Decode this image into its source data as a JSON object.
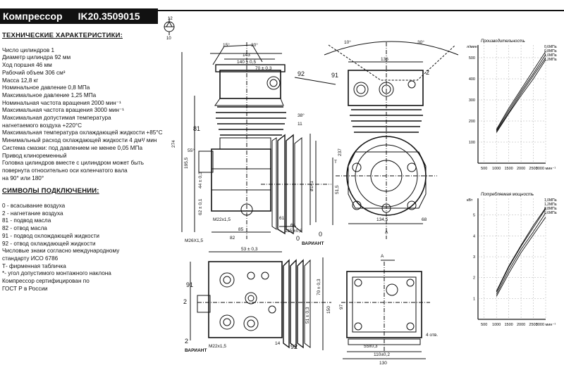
{
  "header": {
    "title": "Компрессор",
    "model": "IK20.3509015"
  },
  "specs": {
    "heading": "ТЕХНИЧЕСКИЕ ХАРАКТЕРИСТИКИ:",
    "items": [
      "Число цилиндров 1",
      "Диаметр цилиндра 92 мм",
      "Ход поршня 46 мм",
      "Рабочий объем 306 см³",
      "Масса 12,8 кг",
      "Номинальное давление 0,8 МПа",
      "Максимальное давление 1,25 МПа",
      "Номинальная частота вращения 2000 мин⁻¹",
      "Максимальная частота вращения 3000 мин⁻¹",
      "Максимальная допустимая температура",
      "нагнетаемого воздуха +220°С",
      "Максимальная температура охлаждающей жидкости +85°С",
      "Минимальный расход охлаждающей жидкости 4 дм³/ мин",
      "Система смазки: под давлением не менее 0,05 МПа",
      "Привод клиноременный",
      "Головка цилиндров вместе с цилиндром может быть",
      "повернута относительно оси коленчатого вала",
      "на 90° или 180°"
    ]
  },
  "symbols": {
    "heading": "СИМВОЛЫ ПОДКЛЮЧЕНИИ:",
    "items": [
      "0 - всасывание воздуха",
      "2 - нагнетание воздуха",
      "81 - подвод масла",
      "82 - отвод масла",
      "91 - подвод охлождающей жидкости",
      "92 - отвод охлаждающей жидкости",
      "Числовые знаки согласно международному",
      "стандарту ИСО 6786",
      "Т- фирменная табличка",
      "*- угол допустимого монтажного наклона",
      "Компрессор сертифицирован по",
      "ГОСТ Р в России"
    ]
  },
  "symbol_icon": {
    "top": "12",
    "bottom": "10"
  },
  "drawing_labels": {
    "dim_15": "15°",
    "dim_30": "30°",
    "dim_143": "143",
    "dim_140": "140 ± 0,5",
    "dim_70": "70 ± 0,3",
    "dim_92": "92",
    "dim_91": "91",
    "dim_2": "2",
    "dim_136": "136",
    "dim_10": "10°",
    "dim_30b": "30°",
    "dim_38": "38°",
    "dim_11": "11",
    "dim_81": "81",
    "dim_55": "55°",
    "dim_274": "274",
    "dim_195": "195,5",
    "dim_237": "237",
    "dim_141": "ø141",
    "dim_44": "44 ± 0,3",
    "dim_62": "62 ± 0,1",
    "dim_M22": "M22x1,5",
    "dim_85": "85",
    "dim_82": "82",
    "dim_61": "61",
    "dim_64": "64",
    "dim_115": "115 ±0,8",
    "dim_0": "0",
    "dim_51": "51,5",
    "dim_134": "134,5",
    "dim_68": "68",
    "dim_A": "A",
    "dim_T": "T",
    "bot_M26": "M26X1,5",
    "bot_0": "0",
    "bot_variant": "ВАРИАНТ",
    "bot_53": "53 ± 0,3",
    "bot_91": "91",
    "bot_2": "2",
    "bot_2v": "2",
    "bot_variant2": "ВАРИАНТ",
    "bot_14": "14",
    "bot_92": "92",
    "bot_70": "70 ± 0,3",
    "bot_150": "150",
    "bot_51": "51 ± 0,3",
    "bot_A": "A",
    "bot_97": "97",
    "bot_55": "55x0,3",
    "bot_110": "110±0,2",
    "bot_130": "130",
    "bot_4": "4 отв.",
    "bot_M22": "M22x1,5"
  },
  "chart_data": [
    {
      "type": "line",
      "title": "Производительность",
      "ylabel": "л/мин",
      "x": [
        500,
        1000,
        1500,
        2000,
        2500,
        3000
      ],
      "xticks": [
        "500",
        "1000",
        "1500",
        "2000",
        "2500",
        "3000 мин⁻¹"
      ],
      "yticks": [
        "100",
        "200",
        "300",
        "400",
        "500"
      ],
      "ylim": [
        0,
        560
      ],
      "series_labels": [
        "0,6МПа",
        "0,8МПа",
        "1,0МПа",
        "1,2МПа"
      ],
      "series": [
        {
          "name": "0,6МПа",
          "values": [
            null,
            160,
            260,
            350,
            440,
            530
          ]
        },
        {
          "name": "0,8МПа",
          "values": [
            null,
            155,
            250,
            340,
            425,
            515
          ]
        },
        {
          "name": "1,0МПа",
          "values": [
            null,
            150,
            240,
            330,
            415,
            500
          ]
        },
        {
          "name": "1,2МПа",
          "values": [
            null,
            145,
            235,
            320,
            400,
            490
          ]
        }
      ]
    },
    {
      "type": "line",
      "title": "Потребляемая мощность",
      "ylabel": "кВт",
      "x": [
        500,
        1000,
        1500,
        2000,
        2500,
        3000
      ],
      "xticks": [
        "500",
        "1000",
        "1500",
        "2000",
        "2500",
        "3000 мин⁻¹"
      ],
      "yticks": [
        "1",
        "2",
        "3",
        "4",
        "5"
      ],
      "ylim": [
        0,
        5.8
      ],
      "series_labels": [
        "1,0МПа",
        "1,2МПа",
        "0,8МПа",
        "0,6МПа"
      ],
      "series": [
        {
          "name": "1,0МПа",
          "values": [
            null,
            1.3,
            2.5,
            3.5,
            4.4,
            5.3
          ]
        },
        {
          "name": "1,2МПа",
          "values": [
            null,
            1.35,
            2.55,
            3.55,
            4.5,
            5.35
          ]
        },
        {
          "name": "0,8МПа",
          "values": [
            null,
            1.2,
            2.35,
            3.35,
            4.2,
            5.1
          ]
        },
        {
          "name": "0,6МПа",
          "values": [
            null,
            1.1,
            2.2,
            3.2,
            4.05,
            4.9
          ]
        }
      ]
    }
  ]
}
